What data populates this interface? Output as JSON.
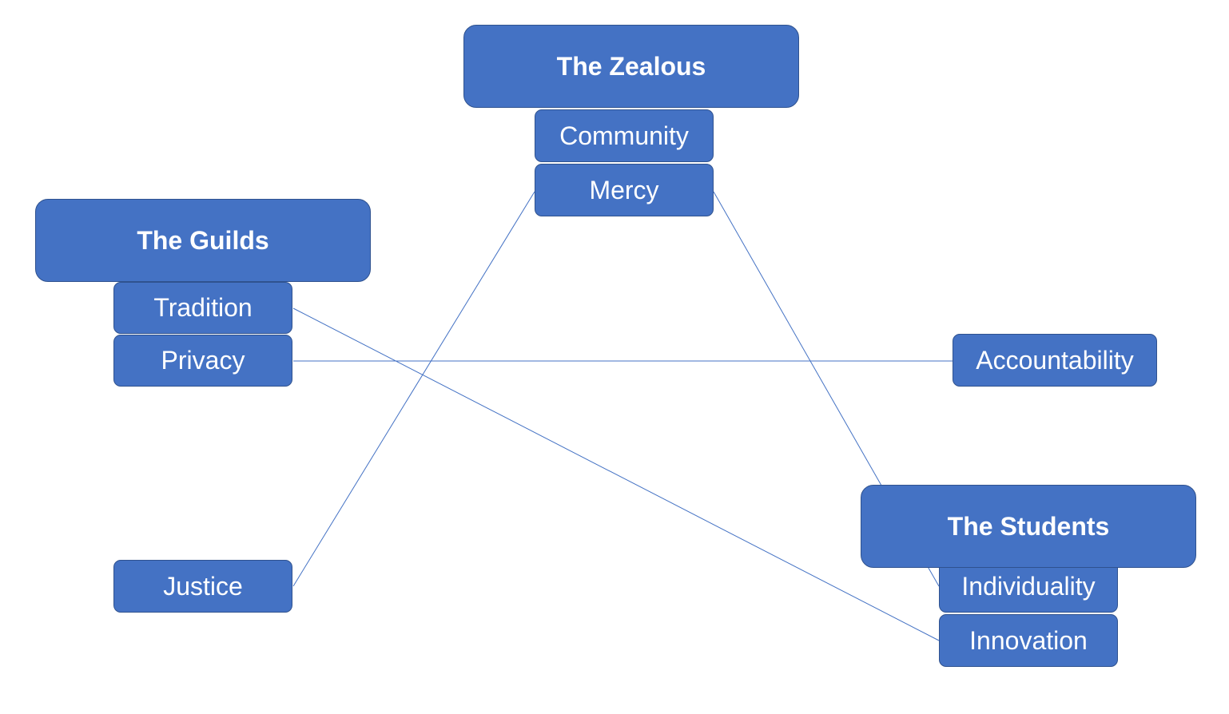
{
  "groups": {
    "zealous": {
      "title": "The Zealous",
      "items": [
        "Community",
        "Mercy"
      ]
    },
    "guilds": {
      "title": "The Guilds",
      "items": [
        "Tradition",
        "Privacy"
      ]
    },
    "students": {
      "title": "The Students",
      "items": [
        "Individuality",
        "Innovation"
      ]
    }
  },
  "standalone": {
    "accountability": "Accountability",
    "justice": "Justice"
  },
  "colors": {
    "fill": "#4472C4",
    "border": "#2F528F",
    "line": "#4472C4"
  },
  "connections": [
    {
      "from": "Justice",
      "to": "Mercy"
    },
    {
      "from": "Mercy",
      "to": "Individuality"
    },
    {
      "from": "Tradition",
      "to": "Innovation"
    },
    {
      "from": "Privacy",
      "to": "Accountability"
    }
  ]
}
